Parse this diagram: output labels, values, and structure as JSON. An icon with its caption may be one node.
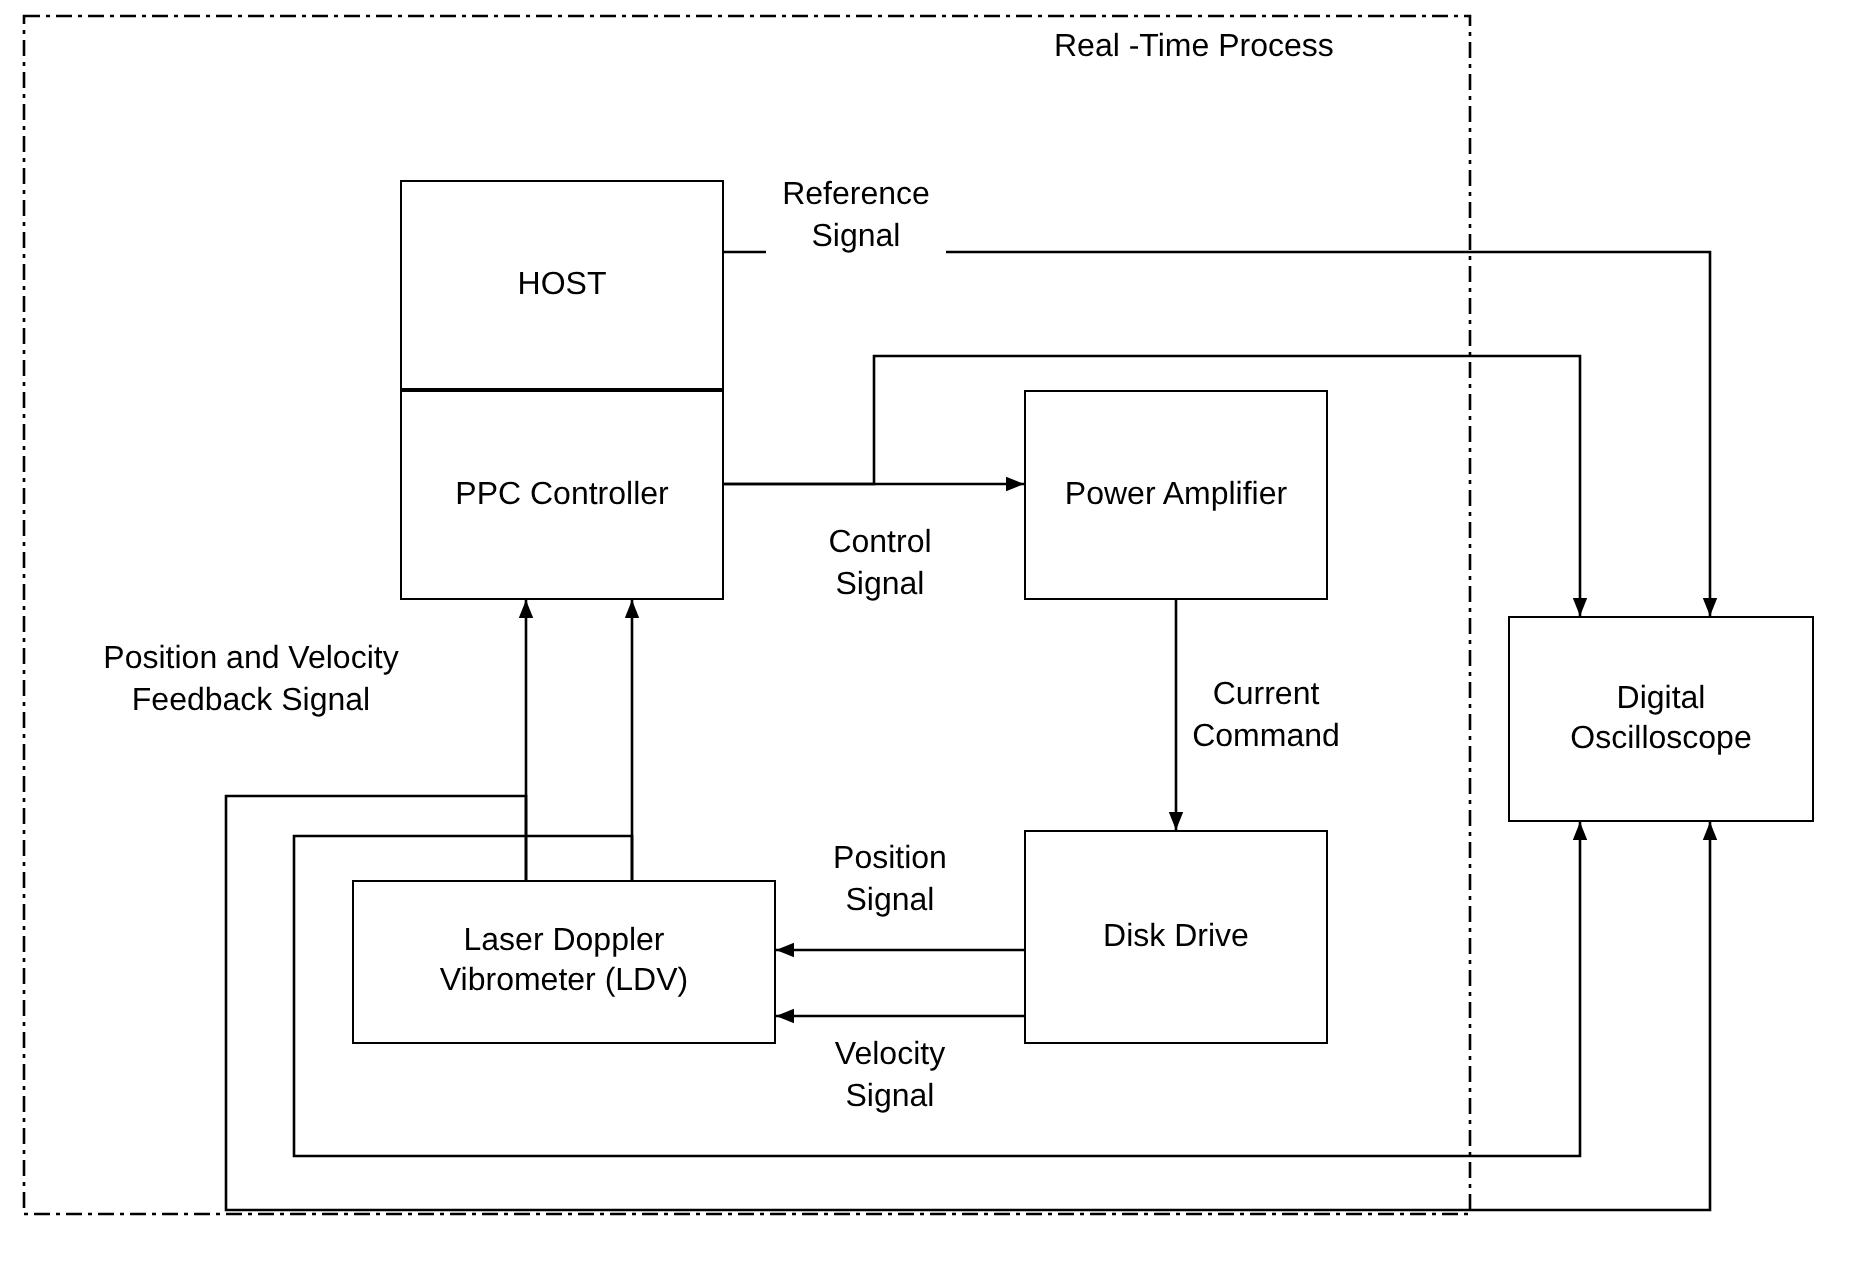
{
  "diagram": {
    "nodes": [
      {
        "text": [
          "Real -Time Process"
        ]
      },
      {
        "text": [
          "HOST"
        ],
        "in": 0
      },
      {
        "text": [
          "PPC Controller"
        ],
        "in": 0
      },
      {
        "text": [
          "Power Amplifier"
        ],
        "in": 0
      },
      {
        "text": [
          "Disk Drive"
        ],
        "in": 0
      },
      {
        "text": [
          "Laser Doppler Vibrometer (LDV)"
        ],
        "in": 0
      },
      {
        "text": [
          "Digital Oscilloscope"
        ]
      }
    ],
    "edges": [
      {
        "from": 1,
        "to": 6,
        "arrow": "to",
        "label": "Reference Signal"
      },
      {
        "from": 2,
        "to": 3,
        "arrow": "to",
        "label": "Control Signal"
      },
      {
        "from": 2,
        "to": 6,
        "arrow": "to"
      },
      {
        "from": 3,
        "to": 4,
        "arrow": "to",
        "label": "Current Command"
      },
      {
        "from": 4,
        "to": 5,
        "arrow": "to",
        "label": "Position Signal"
      },
      {
        "from": 4,
        "to": 5,
        "arrow": "to",
        "label": "Velocity Signal"
      },
      {
        "from": 5,
        "to": 2,
        "arrow": "to"
      },
      {
        "from": 5,
        "to": 2,
        "arrow": "to"
      },
      {
        "from": 5,
        "to": 6,
        "arrow": "to"
      },
      {
        "from": 5,
        "to": 6,
        "arrow": "to"
      }
    ],
    "labels": [
      "Position and Velocity Feedback Signal"
    ]
  }
}
